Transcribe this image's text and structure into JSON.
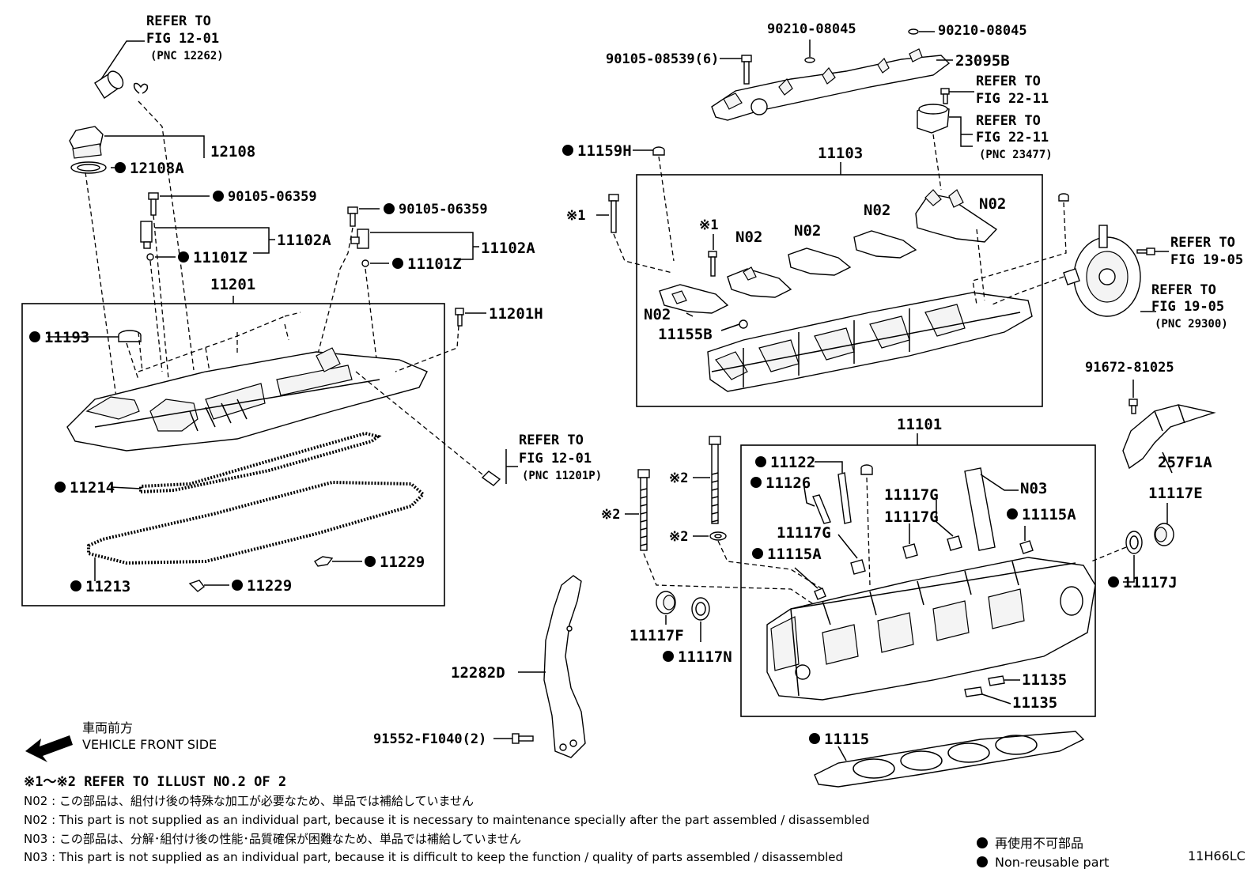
{
  "labels": {
    "refer_1201_a": "REFER TO",
    "refer_1201_b": "FIG 12-01",
    "refer_1201_c": "(PNC 12262)",
    "p12108": "12108",
    "p12108A": "12108A",
    "p90105_06359_a": "90105-06359",
    "p90105_06359_b": "90105-06359",
    "p11102A_a": "11102A",
    "p11102A_b": "11102A",
    "p11101Z_a": "11101Z",
    "p11101Z_b": "11101Z",
    "p11201": "11201",
    "p11201H": "11201H",
    "p11193": "11193",
    "p11214": "11214",
    "p11213": "11213",
    "p11229_a": "11229",
    "p11229_b": "11229",
    "refer_1201p_a": "REFER TO",
    "refer_1201p_b": "FIG 12-01",
    "refer_1201p_c": "(PNC 11201P)",
    "p90210_a": "90210-08045",
    "p90210_b": "90210-08045",
    "p90105_08539": "90105-08539(6)",
    "p23095B": "23095B",
    "refer_2211_a1": "REFER TO",
    "refer_2211_a2": "FIG 22-11",
    "refer_2211_b1": "REFER TO",
    "refer_2211_b2": "FIG 22-11",
    "refer_2211_b3": "(PNC 23477)",
    "p11159H": "11159H",
    "p11103": "11103",
    "mark1_a": "※1",
    "mark1_b": "※1",
    "n02_a": "N02",
    "n02_b": "N02",
    "n02_c": "N02",
    "n02_d": "N02",
    "n02_e": "N02",
    "p11155B": "11155B",
    "refer_1905_a1": "REFER TO",
    "refer_1905_a2": "FIG 19-05",
    "refer_1905_b1": "REFER TO",
    "refer_1905_b2": "FIG 19-05",
    "refer_1905_b3": "(PNC 29300)",
    "p91672": "91672-81025",
    "p257F1A": "257F1A",
    "p11101": "11101",
    "p11122": "11122",
    "p11126": "11126",
    "p11117G_a": "11117G",
    "p11117G_b": "11117G",
    "p11117G_c": "11117G",
    "n03": "N03",
    "p11115A_a": "11115A",
    "p11115A_b": "11115A",
    "mark2_a": "※2",
    "mark2_b": "※2",
    "mark2_c": "※2",
    "p11117E": "11117E",
    "p11117J": "11117J",
    "p11117F": "11117F",
    "p11117N": "11117N",
    "p11135_a": "11135",
    "p11135_b": "11135",
    "p11115": "11115",
    "p12282D": "12282D",
    "p91552": "91552-F1040(2)"
  },
  "direction": {
    "jp": "車両前方",
    "en": "VEHICLE FRONT SIDE"
  },
  "notes": {
    "n1": "※1～※2 REFER TO ILLUST NO.2 OF 2",
    "n2": "N02 : この部品は、組付け後の特殊な加工が必要なため、単品では補給していません",
    "n3": "N02 : This part is not supplied as an individual part, because it is necessary to maintenance specially after the part assembled / disassembled",
    "n4": "N03 : この部品は、分解･組付け後の性能･品質確保が困難なため、単品では補給していません",
    "n5": "N03 : This part is not supplied as an individual part, because it is difficult to keep the function / quality of parts  assembled / disassembled"
  },
  "legend": {
    "jp": "再使用不可部品",
    "en": "Non-reusable part"
  },
  "code": "11H66LC"
}
